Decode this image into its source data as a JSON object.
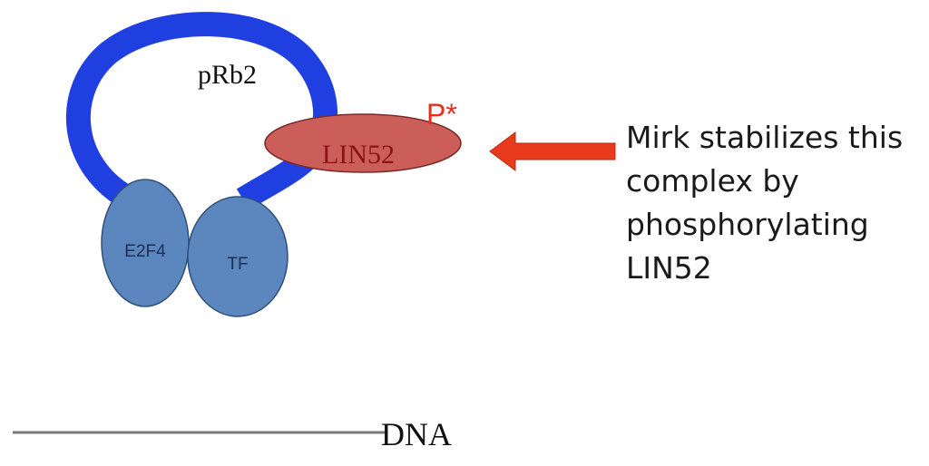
{
  "diagram": {
    "protein_label": "pRb2",
    "lin52_label": "LIN52",
    "phospho_label": "P*",
    "e2f4_label": "E2F4",
    "tf_label": "TF",
    "dna_label": "DNA"
  },
  "callout": {
    "lines": [
      "Mirk stabilizes this",
      "complex by",
      "phosphorylating",
      "LIN52"
    ]
  },
  "colors": {
    "prb2_ring": "#1f3fe0",
    "lin52_fill": "#cc5e5a",
    "lin52_text": "#8a1414",
    "phospho_text": "#ee2a1a",
    "subunit_fill": "#5b86be",
    "arrow_fill": "#e83a1c",
    "dna_line": "#7a7a7a"
  }
}
